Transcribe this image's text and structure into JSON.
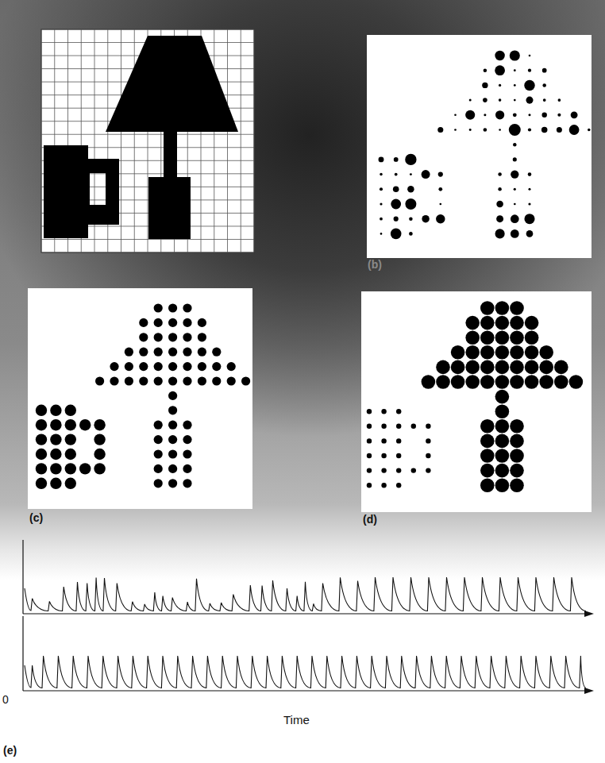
{
  "diagram": {
    "labels": [
      "(b)",
      "(c)",
      "(d)",
      "(e)",
      "0",
      "Time"
    ]
  }
}
